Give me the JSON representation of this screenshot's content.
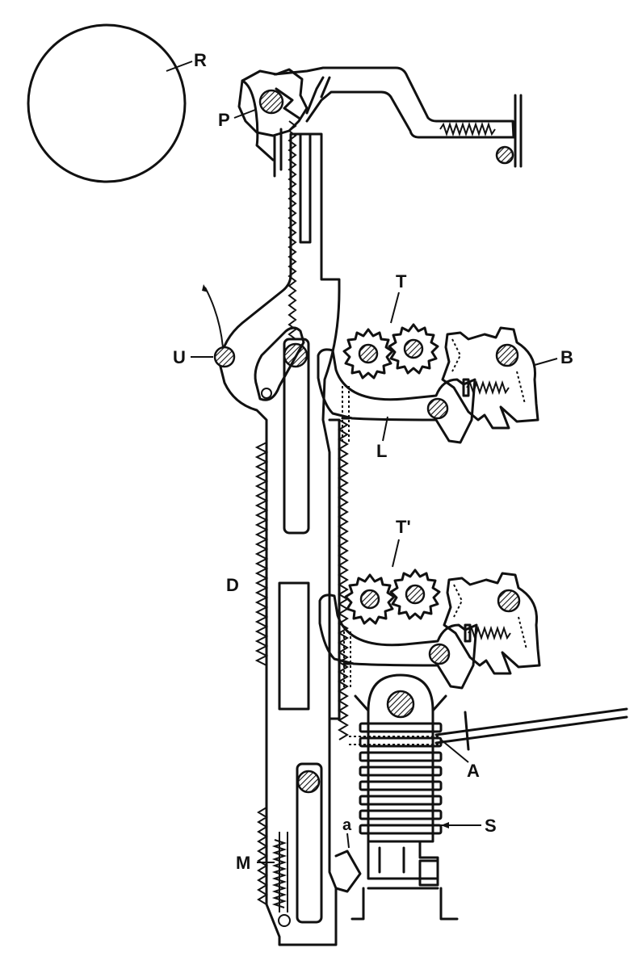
{
  "figure": {
    "labels": {
      "R": "R",
      "P": "P",
      "T": "T",
      "U": "U",
      "B": "B",
      "L": "L",
      "T_prime": "T'",
      "D": "D",
      "A": "A",
      "S": "S",
      "a": "a",
      "M": "M"
    }
  },
  "colors": {
    "ink": "#111111",
    "paper": "#ffffff"
  }
}
